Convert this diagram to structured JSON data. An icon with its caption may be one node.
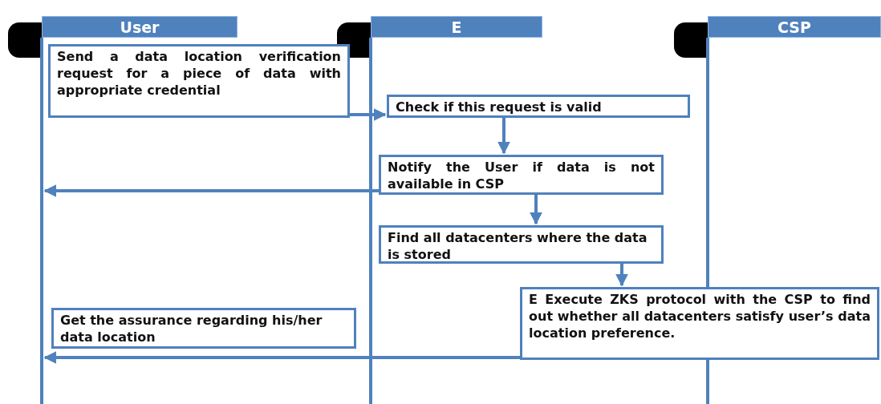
{
  "diagram": {
    "nodes": [
      {
        "text": [
          "User"
        ]
      },
      {
        "text": [
          "E"
        ]
      },
      {
        "text": [
          "CSP"
        ]
      },
      {
        "text": [],
        "shape": "bar"
      },
      {
        "text": [],
        "shape": "bar"
      },
      {
        "text": [],
        "shape": "bar"
      },
      {
        "text": [
          "Send a data location verification request for a piece of data with appropriate credential"
        ]
      },
      {
        "text": [
          "Check if this request is valid"
        ]
      },
      {
        "text": [
          "Notify the User if data is not available in CSP"
        ]
      },
      {
        "text": [
          "Find all datacenters where the data is stored"
        ]
      },
      {
        "text": [
          "E Execute ZKS protocol with the CSP to find out whether all datacenters satisfy user’s data location preference."
        ]
      },
      {
        "text": [
          "Get the assurance regarding his/her data location"
        ]
      }
    ],
    "edges": [
      {
        "from": 6,
        "to": 7,
        "arrow": "to"
      },
      {
        "from": 7,
        "to": 8,
        "arrow": "to"
      },
      {
        "from": 8,
        "to": 3,
        "arrow": "to"
      },
      {
        "from": 8,
        "to": 9,
        "arrow": "to"
      },
      {
        "from": 9,
        "to": 10,
        "arrow": "to"
      },
      {
        "from": 10,
        "to": 3,
        "arrow": "to"
      }
    ]
  }
}
